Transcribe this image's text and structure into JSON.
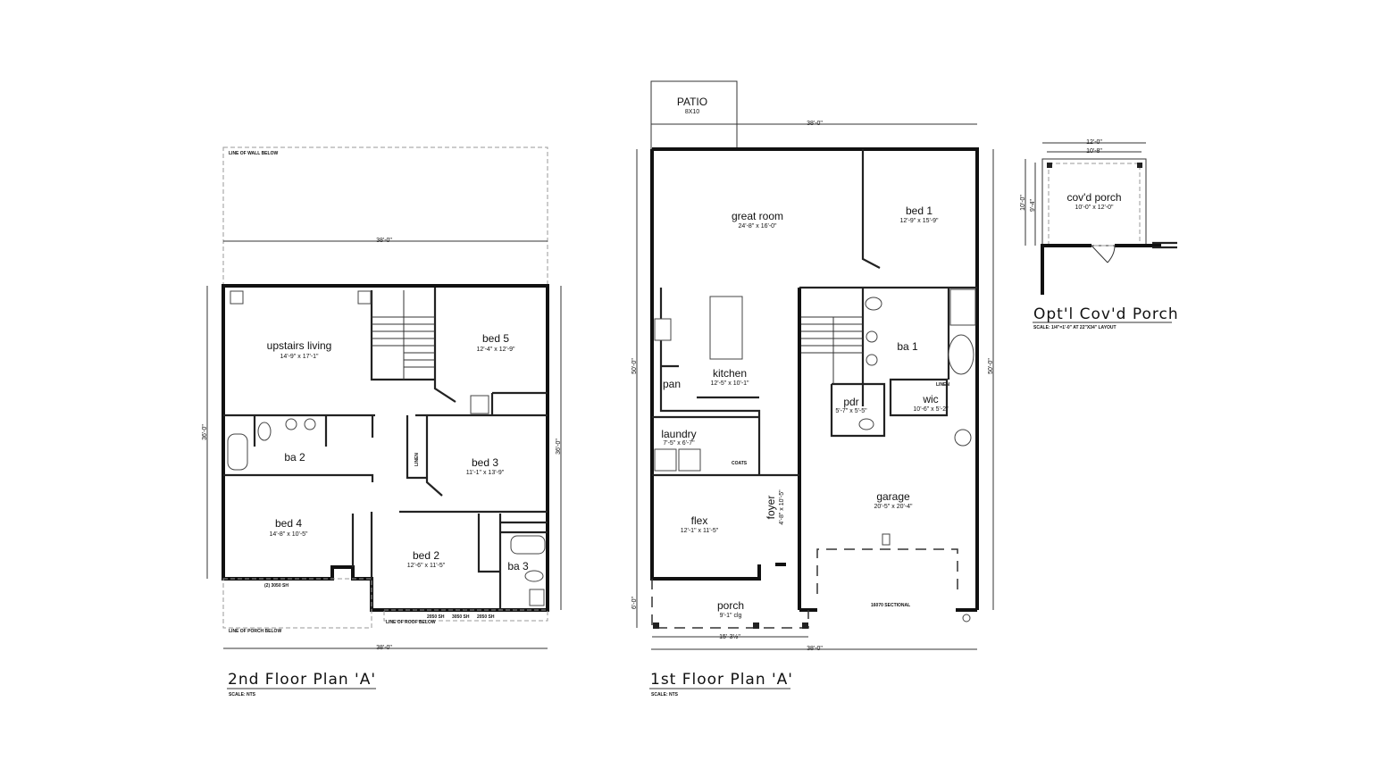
{
  "second_floor": {
    "title": "2nd Floor Plan 'A'",
    "scale": "SCALE: NTS",
    "notes": {
      "wall_below": "LINE OF WALL BELOW",
      "porch_below": "LINE OF PORCH BELOW",
      "roof_below": "LINE OF ROOF BELOW"
    },
    "dimensions": {
      "top": "38'-0\"",
      "bottom": "38'-0\"",
      "right": "36'-0\"",
      "left": "36'-0\""
    },
    "windows": {
      "bed4": "(2) 3050 SH",
      "bed2_a": "2050 SH",
      "bed2_b": "3050 SH",
      "bed2_c": "2050 SH"
    },
    "linen": "LINEN",
    "rooms": [
      {
        "name": "upstairs living",
        "size": "14'-9\" x 17'-1\""
      },
      {
        "name": "bed 5",
        "size": "12'-4\" x 12'-9\""
      },
      {
        "name": "ba 2",
        "size": ""
      },
      {
        "name": "bed 3",
        "size": "11'-1\" x 13'-9\""
      },
      {
        "name": "bed 4",
        "size": "14'-8\" x 10'-5\""
      },
      {
        "name": "bed 2",
        "size": "12'-6\" x 11'-5\""
      },
      {
        "name": "ba 3",
        "size": ""
      }
    ]
  },
  "first_floor": {
    "title": "1st Floor Plan 'A'",
    "scale": "SCALE: NTS",
    "patio": {
      "name": "PATIO",
      "size": "8X10"
    },
    "dimensions": {
      "top": "38'-0\"",
      "bottom": "38'-0\"",
      "porch_width": "15'-3½\"",
      "left": "50'-0\"",
      "right": "50'-0\"",
      "porch_depth": "6'-0\""
    },
    "labels": {
      "linen": "LINEN",
      "coats": "COATS",
      "garage_door": "16070 SECTIONAL"
    },
    "rooms": [
      {
        "name": "great room",
        "size": "24'-8\" x 16'-0\""
      },
      {
        "name": "bed 1",
        "size": "12'-9\" x 15'-9\""
      },
      {
        "name": "kitchen",
        "size": "12'-5\" x 10'-1\""
      },
      {
        "name": "pan",
        "size": ""
      },
      {
        "name": "ba 1",
        "size": ""
      },
      {
        "name": "pdr",
        "size": "5'-7\" x 5'-5\""
      },
      {
        "name": "wic",
        "size": "10'-6\" x 5'-2\""
      },
      {
        "name": "laundry",
        "size": "7'-5\" x 6'-7\""
      },
      {
        "name": "garage",
        "size": "20'-5\" x 20'-4\""
      },
      {
        "name": "flex",
        "size": "12'-1\" x 11'-5\""
      },
      {
        "name": "foyer",
        "size": "4'-8\" x 10'-5\""
      },
      {
        "name": "porch",
        "size": "9'-1\" clg"
      }
    ]
  },
  "optional_porch": {
    "title": "Opt'l Cov'd Porch",
    "scale": "SCALE: 1/4\"=1'-0\" AT 22\"X34\" LAYOUT",
    "room": {
      "name": "cov'd porch",
      "size": "10'-0\" x 12'-0\""
    },
    "dimensions": {
      "top_outer": "12'-0\"",
      "top_inner": "10'-8\"",
      "left_outer": "10'-0\"",
      "left_inner": "9'-4\""
    }
  }
}
